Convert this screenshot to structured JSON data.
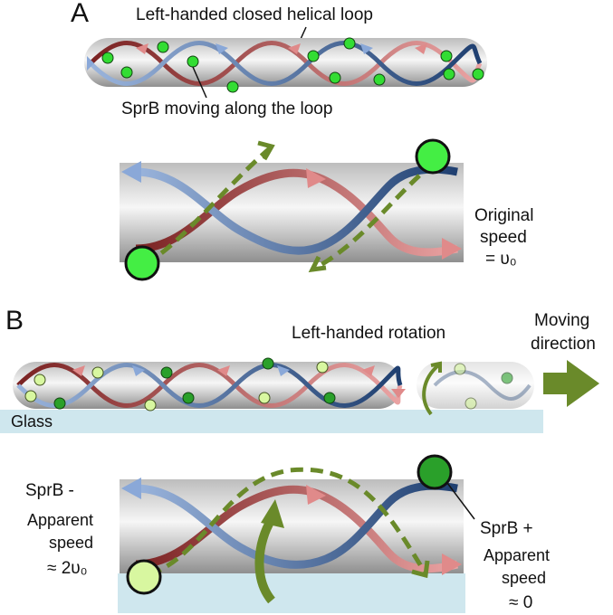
{
  "panels": {
    "a": {
      "letter": "A",
      "top_label": "Left-handed closed helical loop",
      "bottom_label": "SprB moving along the loop",
      "speed_label": {
        "line1": "Original",
        "line2": "speed",
        "line3": "= υ₀"
      }
    },
    "b": {
      "letter": "B",
      "rotation_label": "Left-handed rotation",
      "moving_label": {
        "line1": "Moving",
        "line2": "direction"
      },
      "glass_label": "Glass",
      "sprb_minus": {
        "title": "SprB -",
        "line1": "Apparent",
        "line2": "speed",
        "line3": "≈ 2υ₀"
      },
      "sprb_plus": {
        "title": "SprB +",
        "line1": "Apparent",
        "line2": "speed",
        "line3": "≈ 0"
      }
    }
  },
  "colors": {
    "tube_dark": "#9a9a9a",
    "tube_light": "#f4f4f4",
    "helix_red_dark": "#8a2a2a",
    "helix_red_light": "#e8a0a0",
    "helix_blue_dark": "#2a4a7a",
    "helix_blue_light": "#9ab4dc",
    "sprb_green": "#33dd33",
    "sprb_dark_green": "#2aa02a",
    "sprb_light_green": "#d8f7a0",
    "arrow_olive": "#6a8a2a",
    "glass": "#cfe7ee"
  }
}
